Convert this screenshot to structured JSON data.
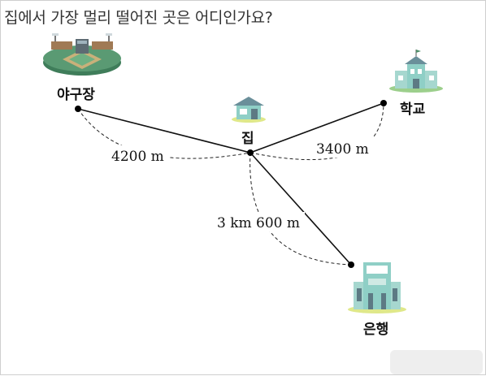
{
  "question": "집에서 가장 멀리 떨어진 곳은 어디인가요?",
  "places": {
    "home": "집",
    "stadium": "야구장",
    "school": "학교",
    "bank": "은행"
  },
  "distances": {
    "home_to_stadium": "4200 m",
    "home_to_school": "3400 m",
    "home_to_bank": "3 km 600 m"
  },
  "icons": {
    "home": "house-icon",
    "stadium": "baseball-stadium-icon",
    "school": "school-building-icon",
    "bank": "bank-building-icon"
  },
  "colors": {
    "line": "#111111",
    "building_teal": "#8fcfc6",
    "ground_yellow": "#dfe88a",
    "stadium_green": "#4f8f6a"
  }
}
